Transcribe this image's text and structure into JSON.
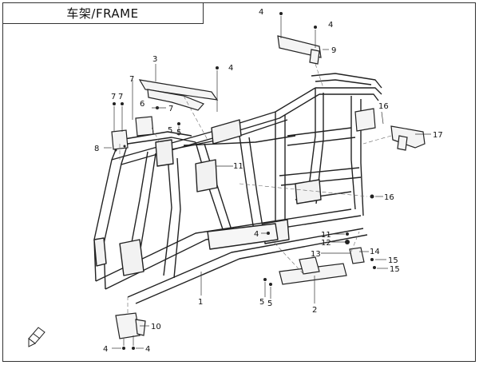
{
  "title": "车架/FRAME",
  "callouts": [
    {
      "id": "c4a",
      "text": "4"
    },
    {
      "id": "c4b",
      "text": "4"
    },
    {
      "id": "c9",
      "text": "9"
    },
    {
      "id": "c3",
      "text": "3"
    },
    {
      "id": "c4c",
      "text": "4"
    },
    {
      "id": "c7a",
      "text": "7"
    },
    {
      "id": "c7b",
      "text": "7"
    },
    {
      "id": "c7c",
      "text": "7"
    },
    {
      "id": "c6",
      "text": "6"
    },
    {
      "id": "c7d",
      "text": "7"
    },
    {
      "id": "c5a",
      "text": "5"
    },
    {
      "id": "c5b",
      "text": "5"
    },
    {
      "id": "c8",
      "text": "8"
    },
    {
      "id": "c11",
      "text": "11"
    },
    {
      "id": "c16a",
      "text": "16"
    },
    {
      "id": "c17",
      "text": "17"
    },
    {
      "id": "c16b",
      "text": "16"
    },
    {
      "id": "c4d",
      "text": "4"
    },
    {
      "id": "c11b",
      "text": "11"
    },
    {
      "id": "c12",
      "text": "12"
    },
    {
      "id": "c13",
      "text": "13"
    },
    {
      "id": "c14",
      "text": "14"
    },
    {
      "id": "c15a",
      "text": "15"
    },
    {
      "id": "c15b",
      "text": "15"
    },
    {
      "id": "c1",
      "text": "1"
    },
    {
      "id": "c2",
      "text": "2"
    },
    {
      "id": "c5c",
      "text": "5"
    },
    {
      "id": "c5d",
      "text": "5"
    },
    {
      "id": "c10",
      "text": "10"
    },
    {
      "id": "c4e",
      "text": "4"
    },
    {
      "id": "c4f",
      "text": "4"
    }
  ]
}
